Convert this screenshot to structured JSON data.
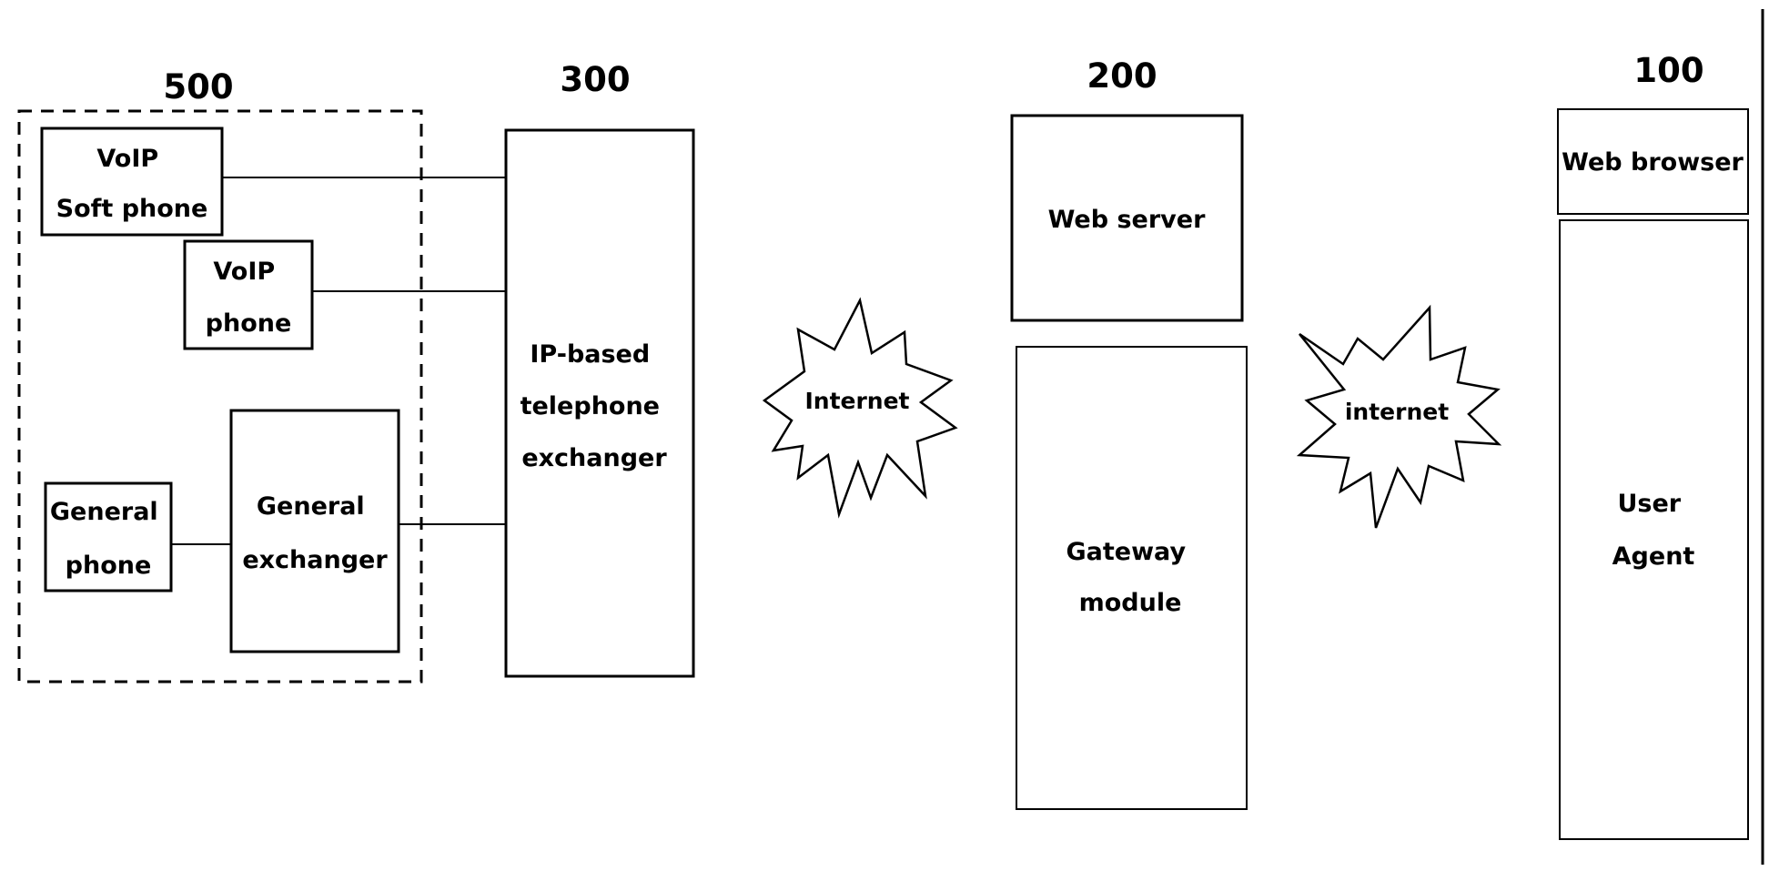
{
  "diagram": {
    "ref_numbers": {
      "group_500": "500",
      "exchanger_300": "300",
      "server_200": "200",
      "client_100": "100"
    },
    "group_500": {
      "voip_soft_phone": [
        "VoIP",
        "Soft phone"
      ],
      "voip_phone": [
        "VoIP",
        "phone"
      ],
      "general_phone": [
        "General",
        "phone"
      ],
      "general_exchanger": [
        "General",
        "exchanger"
      ]
    },
    "ip_exchanger": [
      "IP-based",
      "telephone",
      "exchanger"
    ],
    "cloud_left": "Internet",
    "server_200": {
      "web_server": "Web server",
      "gateway_module": [
        "Gateway",
        "module"
      ]
    },
    "cloud_right": "internet",
    "client_100": {
      "web_browser": "Web browser",
      "user_agent": [
        "User",
        "Agent"
      ]
    }
  }
}
